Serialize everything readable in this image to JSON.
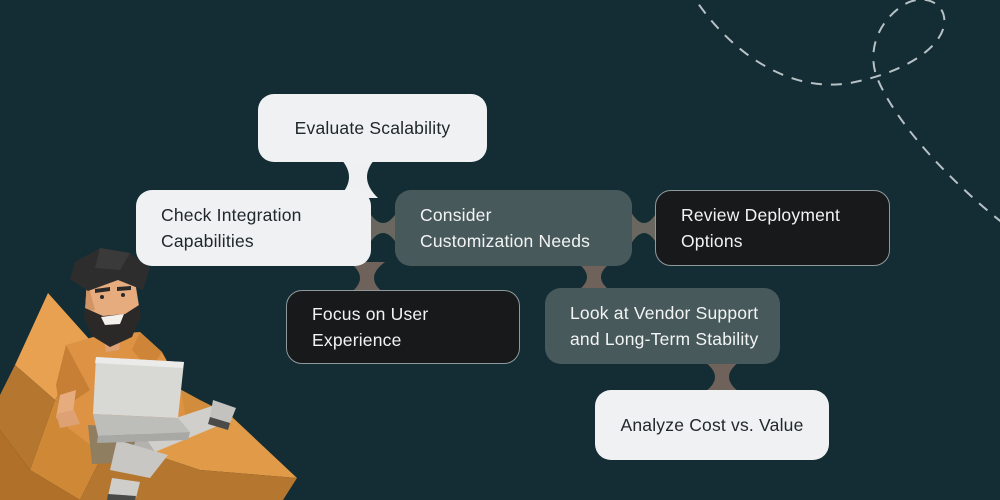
{
  "colors": {
    "background": "#142d34",
    "card_light": "#eff1f2",
    "card_slate": "#48595c",
    "card_dark": "#17191b",
    "card_dark_border": "#8f999b",
    "text_dark": "#20282b",
    "text_light": "#f2f4f4",
    "connector_white": "#eef0f1",
    "connector_gray": "#6e625a",
    "beanbag_orange": "#db9140",
    "shirt_orange": "#de9244",
    "dashed_line": "#c8d3d5"
  },
  "cards": [
    {
      "id": "evaluate-scalability",
      "label": "Evaluate Scalability",
      "lines": [
        "Evaluate Scalability",
        ""
      ]
    },
    {
      "id": "check-integration",
      "label": "Check Integration Capabilities",
      "lines": [
        "Check Integration",
        "Capabilities"
      ]
    },
    {
      "id": "consider-customization",
      "label": "Consider Customization Needs",
      "lines": [
        "Consider",
        "Customization Needs"
      ]
    },
    {
      "id": "review-deployment",
      "label": "Review Deployment Options",
      "lines": [
        "Review Deployment",
        "Options"
      ]
    },
    {
      "id": "focus-user-experience",
      "label": "Focus on User Experience",
      "lines": [
        "Focus on User",
        "Experience"
      ]
    },
    {
      "id": "vendor-support",
      "label": "Look at Vendor Support and Long-Term Stability",
      "lines": [
        "Look at Vendor Support",
        "and Long-Term Stability"
      ]
    },
    {
      "id": "analyze-cost",
      "label": "Analyze Cost vs. Value",
      "lines": [
        "Analyze Cost vs. Value",
        ""
      ]
    }
  ],
  "illustration": {
    "name": "low-poly-man-with-laptop-on-orange-beanbag"
  },
  "decor": {
    "name": "dashed-loop-curve"
  }
}
